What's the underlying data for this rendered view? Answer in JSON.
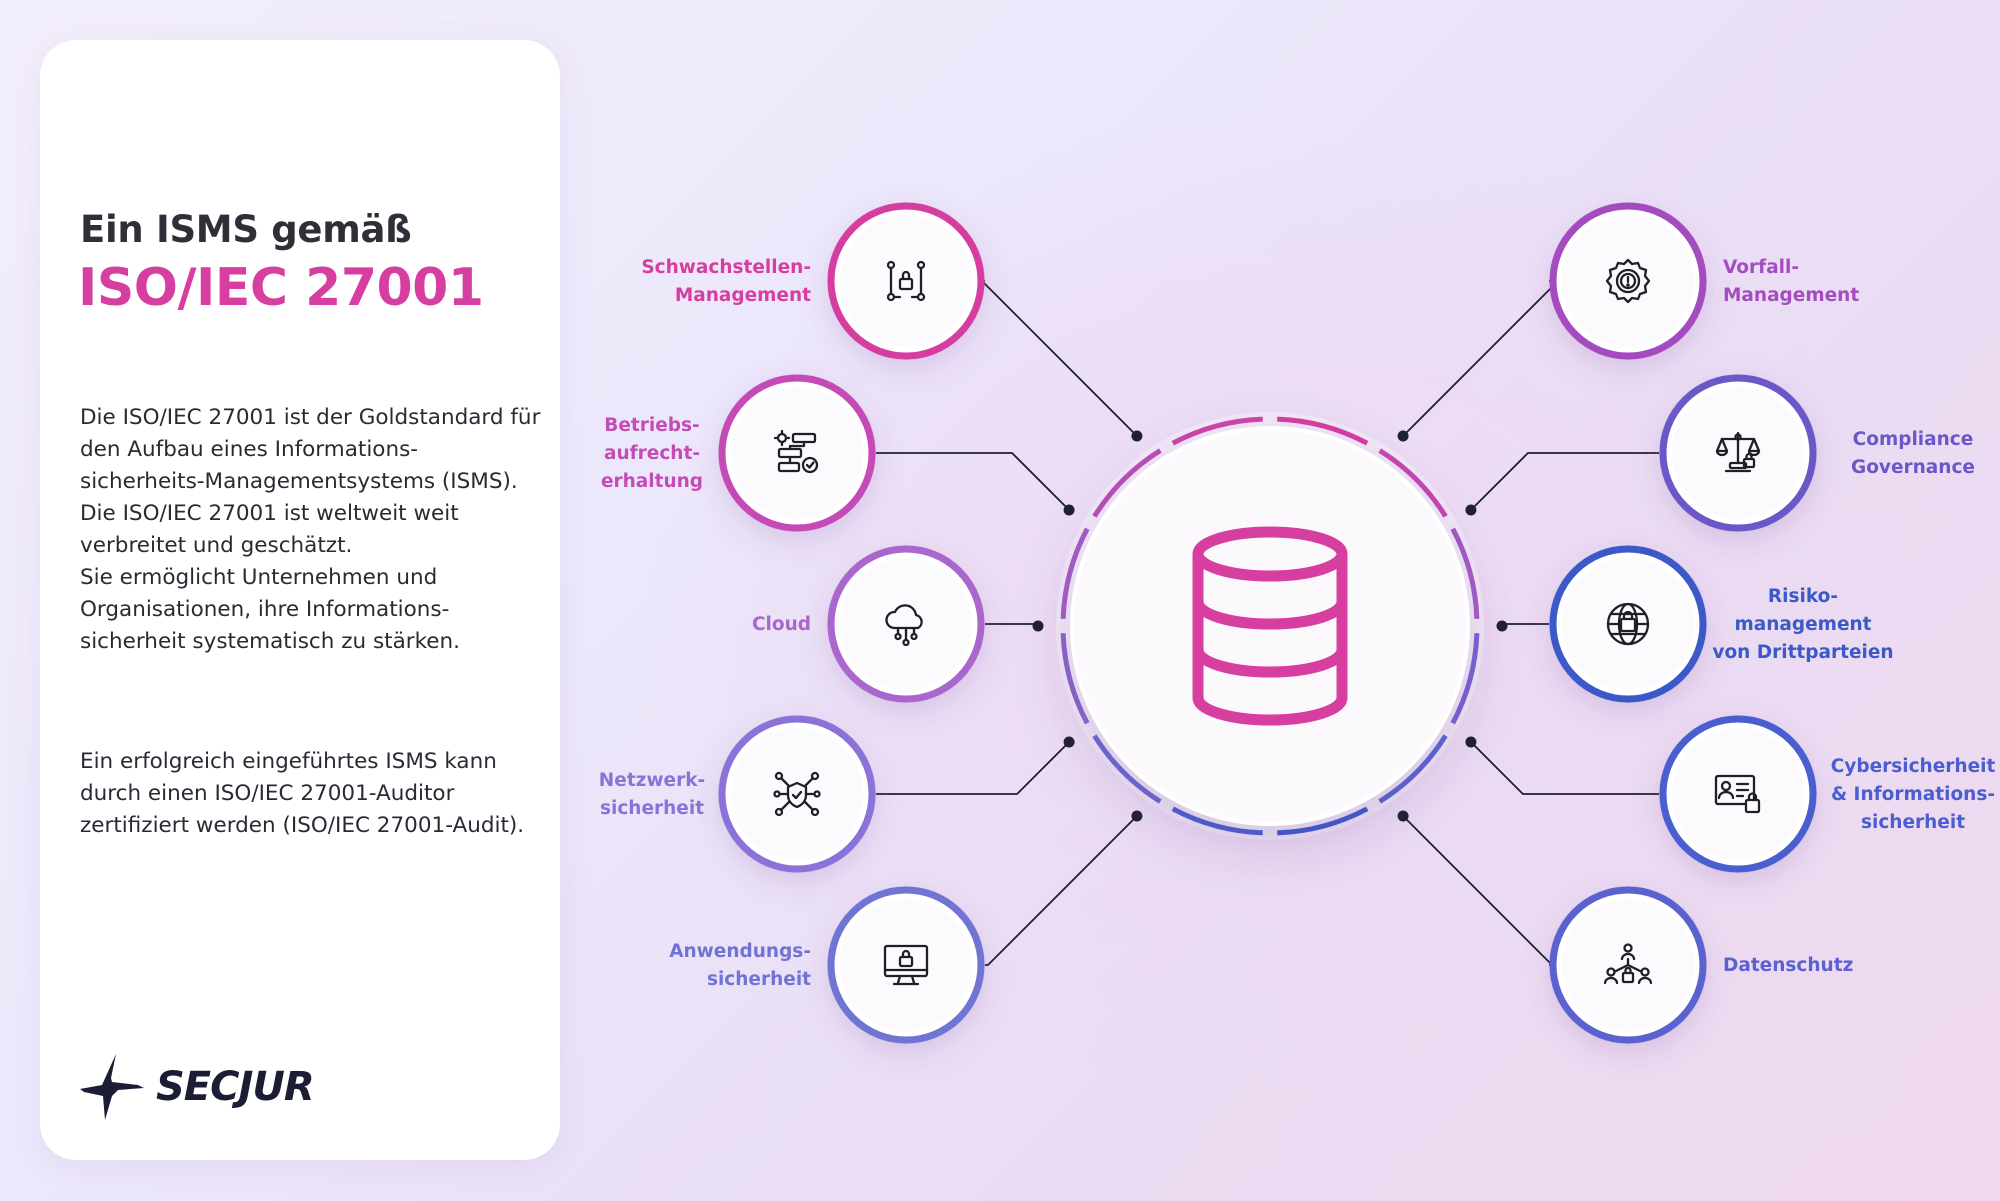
{
  "heading": {
    "line1": "Ein ISMS gemäß",
    "line2": "ISO/IEC 27001"
  },
  "intro": {
    "lines": [
      "Die ISO/IEC 27001 ist der Goldstandard für",
      "den Aufbau eines Informations-",
      "sicherheits-Managementsystems (ISMS).",
      "Die ISO/IEC 27001 ist weltweit weit",
      "verbreitet und geschätzt.",
      "Sie ermöglicht Unternehmen und",
      "Organisationen, ihre Informations-",
      "sicherheit systematisch zu stärken."
    ]
  },
  "certification": {
    "lines": [
      "Ein erfolgreich eingeführtes ISMS kann",
      "durch einen ISO/IEC 27001-Auditor",
      "zertifiziert werden (ISO/IEC 27001-Audit)."
    ]
  },
  "logo": {
    "text": "SECJUR"
  },
  "center": {
    "icon": "database-icon",
    "color": "#d63ea0"
  },
  "nodes_left": [
    {
      "lines": [
        "Schwachstellen-",
        "Management"
      ],
      "icon": "network-lock-icon",
      "color": "#d63ea0"
    },
    {
      "lines": [
        "Betriebs-",
        "aufrecht-",
        "erhaltung"
      ],
      "icon": "process-settings-icon",
      "color": "#c44cb6"
    },
    {
      "lines": [
        "Cloud"
      ],
      "icon": "cloud-network-icon",
      "color": "#a966cc"
    },
    {
      "lines": [
        "Netzwerk-",
        "sicherheit"
      ],
      "icon": "network-shield-icon",
      "color": "#8a72d8"
    },
    {
      "lines": [
        "Anwendungs-",
        "sicherheit"
      ],
      "icon": "monitor-lock-icon",
      "color": "#6f74d4"
    }
  ],
  "nodes_right": [
    {
      "lines": [
        "Vorfall-",
        "Management"
      ],
      "icon": "gear-alert-icon",
      "color": "#a44cc0"
    },
    {
      "lines": [
        "Compliance",
        "Governance"
      ],
      "icon": "scale-icon",
      "color": "#6a58c8"
    },
    {
      "lines": [
        "Risiko-",
        "management",
        "von Drittparteien"
      ],
      "icon": "globe-lock-icon",
      "color": "#3a5ac8"
    },
    {
      "lines": [
        "Cybersicherheit",
        "& Informations-",
        "sicherheit"
      ],
      "icon": "id-card-lock-icon",
      "color": "#4a5ed0"
    },
    {
      "lines": [
        "Datenschutz"
      ],
      "icon": "user-network-icon",
      "color": "#5a62d0"
    }
  ]
}
